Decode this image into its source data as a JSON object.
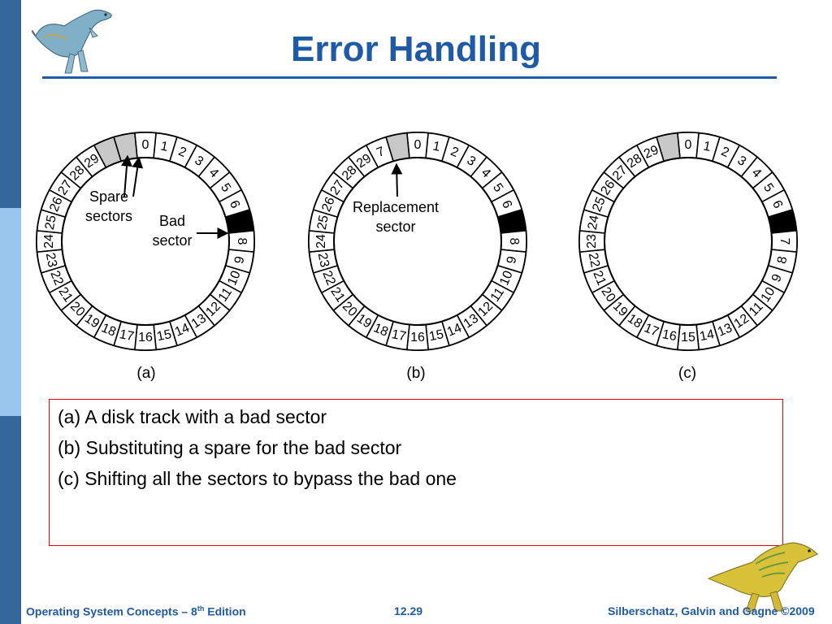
{
  "slide": {
    "title": "Error Handling"
  },
  "theme": {
    "title_color": "#1f5aa6",
    "bar_dark": "#336699",
    "bar_light": "#99c4ec",
    "caption_border": "#e0000a",
    "bad_sector": "#000000",
    "spare_sector": "#c8c8c8"
  },
  "diagram": {
    "panels": [
      {
        "label": "(a)",
        "order": [
          "0",
          "1",
          "2",
          "3",
          "4",
          "5",
          "6",
          "",
          "8",
          "9",
          "10",
          "11",
          "12",
          "13",
          "14",
          "15",
          "16",
          "17",
          "18",
          "19",
          "20",
          "21",
          "22",
          "23",
          "24",
          "25",
          "26",
          "27",
          "28",
          "29",
          "",
          ""
        ],
        "bad_index": 7,
        "spare_indices": [
          30,
          31
        ],
        "callouts": [
          {
            "lines": [
              "Spare",
              "sectors"
            ]
          },
          {
            "lines": [
              "Bad",
              "sector"
            ]
          }
        ]
      },
      {
        "label": "(b)",
        "order": [
          "0",
          "1",
          "2",
          "3",
          "4",
          "5",
          "6",
          "",
          "8",
          "9",
          "10",
          "11",
          "12",
          "13",
          "14",
          "15",
          "16",
          "17",
          "18",
          "19",
          "20",
          "21",
          "22",
          "23",
          "24",
          "25",
          "26",
          "27",
          "28",
          "29",
          "7",
          ""
        ],
        "bad_index": 7,
        "spare_indices": [
          31
        ],
        "callouts": [
          {
            "lines": [
              "Replacement",
              "sector"
            ]
          }
        ]
      },
      {
        "label": "(c)",
        "order": [
          "0",
          "1",
          "2",
          "3",
          "4",
          "5",
          "6",
          "",
          "7",
          "8",
          "9",
          "10",
          "11",
          "12",
          "13",
          "14",
          "15",
          "16",
          "17",
          "18",
          "19",
          "20",
          "21",
          "22",
          "23",
          "24",
          "25",
          "26",
          "27",
          "28",
          "29",
          ""
        ],
        "bad_index": 7,
        "spare_indices": [
          31
        ],
        "callouts": []
      }
    ]
  },
  "caption": {
    "lines": [
      "(a) A disk track with a bad sector",
      "(b) Substituting a spare for the bad sector",
      "(c) Shifting all the sectors to bypass the bad one"
    ]
  },
  "footer": {
    "book_pre": "Operating System Concepts – 8",
    "book_sup": "th",
    "book_post": " Edition",
    "page": "12.29",
    "copyright": "Silberschatz, Galvin and Gagne ©2009"
  }
}
